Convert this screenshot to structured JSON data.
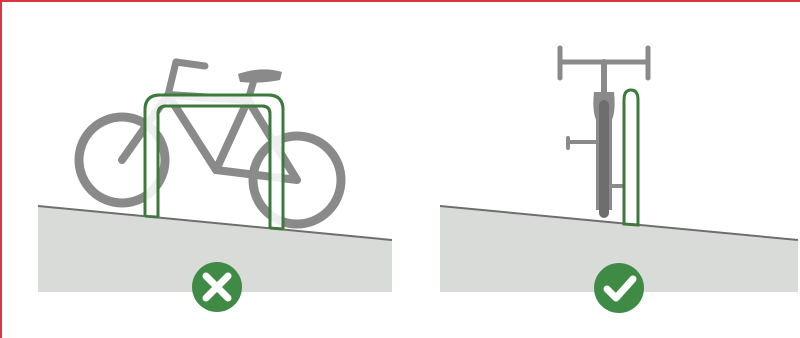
{
  "colors": {
    "frame_border": "#d9363e",
    "bike_grey": "#8a8a8a",
    "rack_green": "#3c7a3c",
    "ground_fill": "#d9dbd8",
    "ground_line": "#6d6f6d",
    "badge_green": "#3f8b45",
    "badge_icon": "#ffffff"
  },
  "panels": [
    {
      "id": "incorrect",
      "badge_icon": "cross-icon",
      "verdict": "incorrect"
    },
    {
      "id": "correct",
      "badge_icon": "check-icon",
      "verdict": "correct"
    }
  ]
}
